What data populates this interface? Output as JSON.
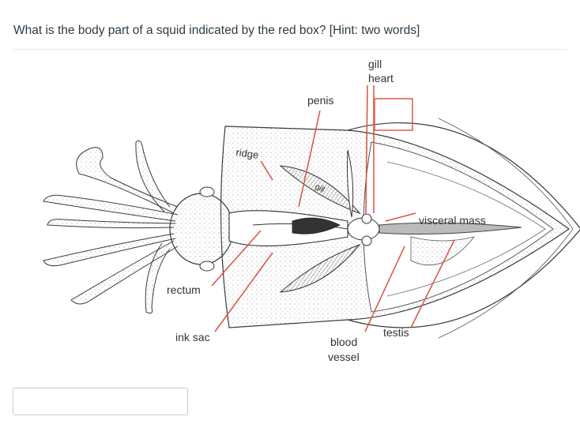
{
  "question": {
    "text": "What is the body part of a squid indicated by the red box? [Hint: two words]"
  },
  "figure": {
    "labels": {
      "gill_top": "gill",
      "heart": "heart",
      "penis": "penis",
      "ridge": "ridge",
      "gill_inner": "gill",
      "visceral_mass": "visceral mass",
      "rectum": "rectum",
      "ink_sac": "ink sac",
      "blood": "blood",
      "vessel": "vessel",
      "testis": "testis"
    },
    "colors": {
      "pointer": "#d9533f",
      "highlight_box": "#e05a4a",
      "outline": "#3a3a3a"
    }
  },
  "answer": {
    "value": "",
    "placeholder": ""
  }
}
